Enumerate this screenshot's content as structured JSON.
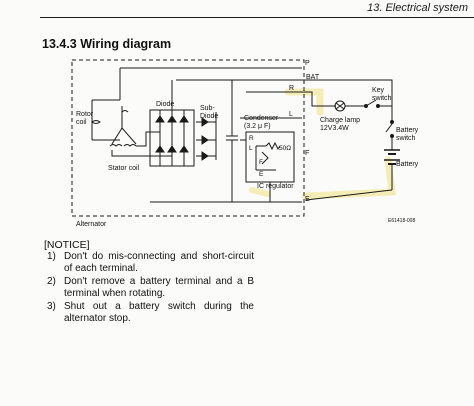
{
  "header": {
    "chapter": "13. Electrical system"
  },
  "section": {
    "title": "13.4.3 Wiring diagram"
  },
  "diagram": {
    "terminals": {
      "p": "P",
      "bat": "BAT",
      "r": "R",
      "l": "L",
      "f": "F",
      "e": "E"
    },
    "labels": {
      "rotor_coil": "Rotor\ncoil",
      "stator_coil": "Stator coil",
      "diode": "Diode",
      "sub_diode": "Sub-\nDiode",
      "condenser": "Condenser\n(3.2 μ F)",
      "ic_regulator": "IC regulator",
      "regulator_r": "R",
      "regulator_l": "L",
      "regulator_f": "F",
      "regulator_e": "E",
      "regulator_resistor": "50Ω",
      "key_switch": "Key\nswitch",
      "charge_lamp": "Charge lamp\n12V3.4W",
      "battery_switch": "Battery\nswitch",
      "battery": "Battery",
      "alternator": "Alternator",
      "drawing_code": "E61418-008"
    },
    "colors": {
      "highlight": "#f2e48a",
      "line": "#1a1a1a"
    }
  },
  "notice": {
    "title": "[NOTICE]",
    "items": [
      {
        "num": "1)",
        "text": "Don't do mis-connecting and short-circuit of each terminal."
      },
      {
        "num": "2)",
        "text": "Don't remove a battery terminal and a B terminal when rotating."
      },
      {
        "num": "3)",
        "text": "Shut out a battery switch during the alternator stop."
      }
    ]
  }
}
